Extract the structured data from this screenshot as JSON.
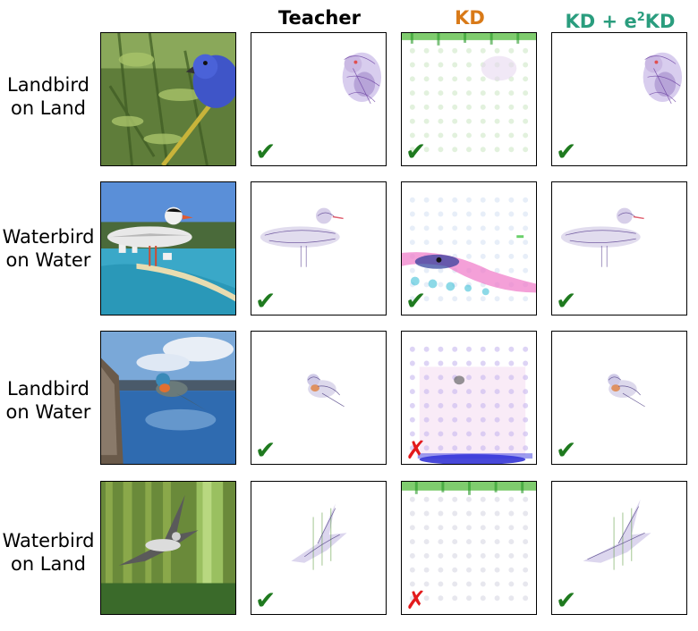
{
  "columns": [
    {
      "label": "Teacher",
      "color": "#000000"
    },
    {
      "label": "KD",
      "color": "#d97a18"
    },
    {
      "label_main": "KD + e",
      "label_sup": "2",
      "label_tail": "KD",
      "color": "#2a9d7e"
    }
  ],
  "rows": [
    {
      "line1": "Landbird",
      "line2": "on Land",
      "marks": [
        "check",
        "check",
        "check"
      ]
    },
    {
      "line1": "Waterbird",
      "line2": "on Water",
      "marks": [
        "check",
        "check",
        "check"
      ]
    },
    {
      "line1": "Landbird",
      "line2": "on Water",
      "marks": [
        "check",
        "cross",
        "check"
      ]
    },
    {
      "line1": "Waterbird",
      "line2": "on Land",
      "marks": [
        "check",
        "cross",
        "check"
      ]
    }
  ],
  "glyphs": {
    "check": "✔",
    "cross": "✗"
  },
  "icons": {
    "check": "check-mark-icon",
    "cross": "cross-mark-icon"
  }
}
